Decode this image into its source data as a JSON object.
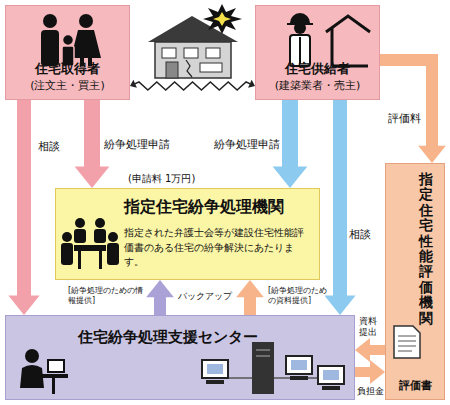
{
  "diagram": {
    "nodes": [
      {
        "text": [
          "住宅取得者",
          "(注文主・買主)"
        ]
      },
      {
        "text": [
          "住宅供給者",
          "(建築業者・売主)"
        ]
      },
      {
        "text": [
          "指定住宅紛争処理機関",
          "指定された弁護士会等が建設住宅性能評価書のある住宅の紛争解決にあたります。"
        ]
      },
      {
        "text": [
          "指定住宅性能評価機関",
          "評価書"
        ]
      },
      {
        "text": [
          "住宅紛争処理支援センター"
        ]
      }
    ],
    "edges": [
      {
        "from": 0,
        "to": 1,
        "arrow": "both"
      },
      {
        "from": 0,
        "to": 2,
        "label": "紛争処理申請",
        "arrow": "to"
      },
      {
        "from": 0,
        "to": 4,
        "label": "相談",
        "arrow": "to"
      },
      {
        "from": 1,
        "to": 2,
        "label": "紛争処理申請",
        "arrow": "to"
      },
      {
        "from": 1,
        "to": 4,
        "label": "相談",
        "arrow": "to"
      },
      {
        "from": 1,
        "to": 3,
        "label": "評価料",
        "arrow": "to"
      },
      {
        "from": 4,
        "to": 2,
        "label": "[紛争処理のための情報提供]",
        "arrow": "to"
      },
      {
        "from": 4,
        "to": 2,
        "label": "[紛争処理のための資料提供]",
        "arrow": "to"
      },
      {
        "from": 3,
        "to": 4,
        "label": "資料提出",
        "arrow": "to"
      },
      {
        "from": 4,
        "to": 3,
        "label": "負担金",
        "arrow": "to"
      }
    ],
    "labels": [
      "(申請料 1万円)",
      "バックアップ"
    ]
  }
}
